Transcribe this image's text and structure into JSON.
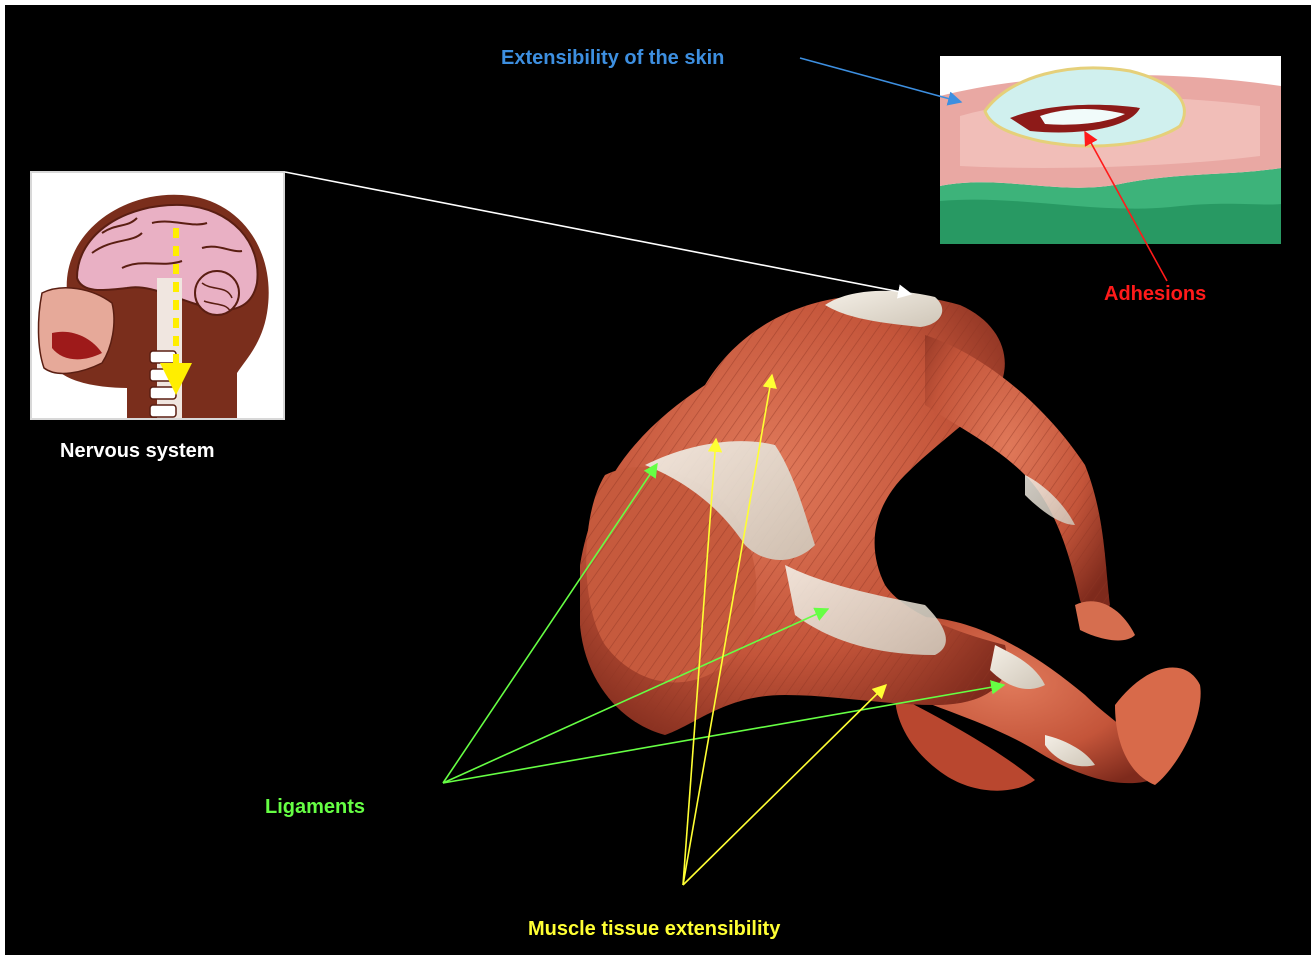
{
  "labels": {
    "skin": "Extensibility of the skin",
    "adhesions": "Adhesions",
    "nervous": "Nervous system",
    "ligaments": "Ligaments",
    "muscle": "Muscle tissue extensibility"
  },
  "colors": {
    "background": "#000000",
    "skin_label": "#3d8fe0",
    "adhesions_label": "#ff1a1a",
    "nervous_label": "#ffffff",
    "ligaments_label": "#66ff44",
    "muscle_label": "#ffff33",
    "nervous_arrow": "#ffffff",
    "muscle_tissue": "#c9583c",
    "tendon": "#e8e1d6"
  }
}
